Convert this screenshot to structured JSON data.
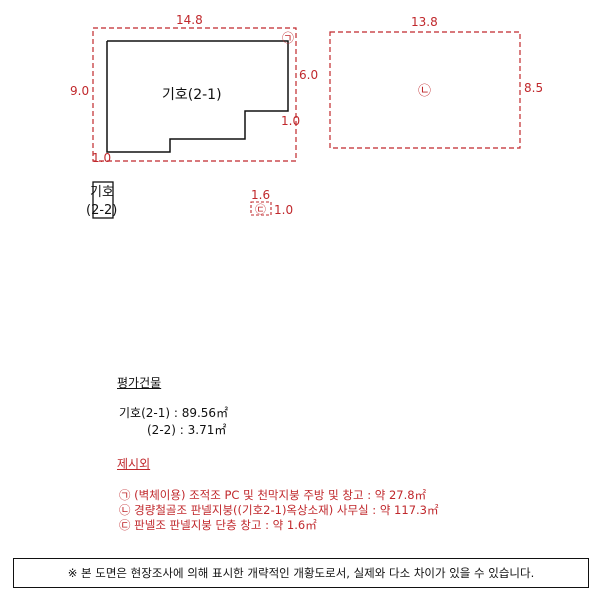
{
  "plan": {
    "building_main": {
      "label": "기호(2-1)",
      "dims": {
        "top": "14.8",
        "left": "9.0",
        "right": "6.0",
        "step": "1.0",
        "bottom_left": "1.0"
      },
      "marker": "㉠"
    },
    "building_right": {
      "dims": {
        "top": "13.8",
        "right": "8.5"
      },
      "marker": "㉡"
    },
    "building_small": {
      "label_line1": "기호",
      "label_line2": "(2-2)"
    },
    "building_tiny": {
      "marker": "㉢",
      "dims": {
        "top": "1.6",
        "right": "1.0"
      }
    },
    "colors": {
      "red": "#c0282c",
      "black": "#111111"
    }
  },
  "legend": {
    "eval_title": "평가건물",
    "eval_line1": "기호(2-1) : 89.56㎡",
    "eval_line2": "(2-2) : 3.71㎡",
    "excl_title": "제시외",
    "excl_line1": "㉠ (벽체이용) 조적조 PC 및 천막지붕 주방 및 창고 : 약 27.8㎡",
    "excl_line2": "㉡ 경량철골조 판넬지붕((기호2-1)옥상소재) 사무실 : 약 117.3㎡",
    "excl_line3": "㉢ 판넬조 판넬지붕 단층 창고 : 약 1.6㎡"
  },
  "notice": "※ 본 도면은 현장조사에 의해 표시한 개략적인 개황도로서, 실제와 다소 차이가 있을 수 있습니다."
}
